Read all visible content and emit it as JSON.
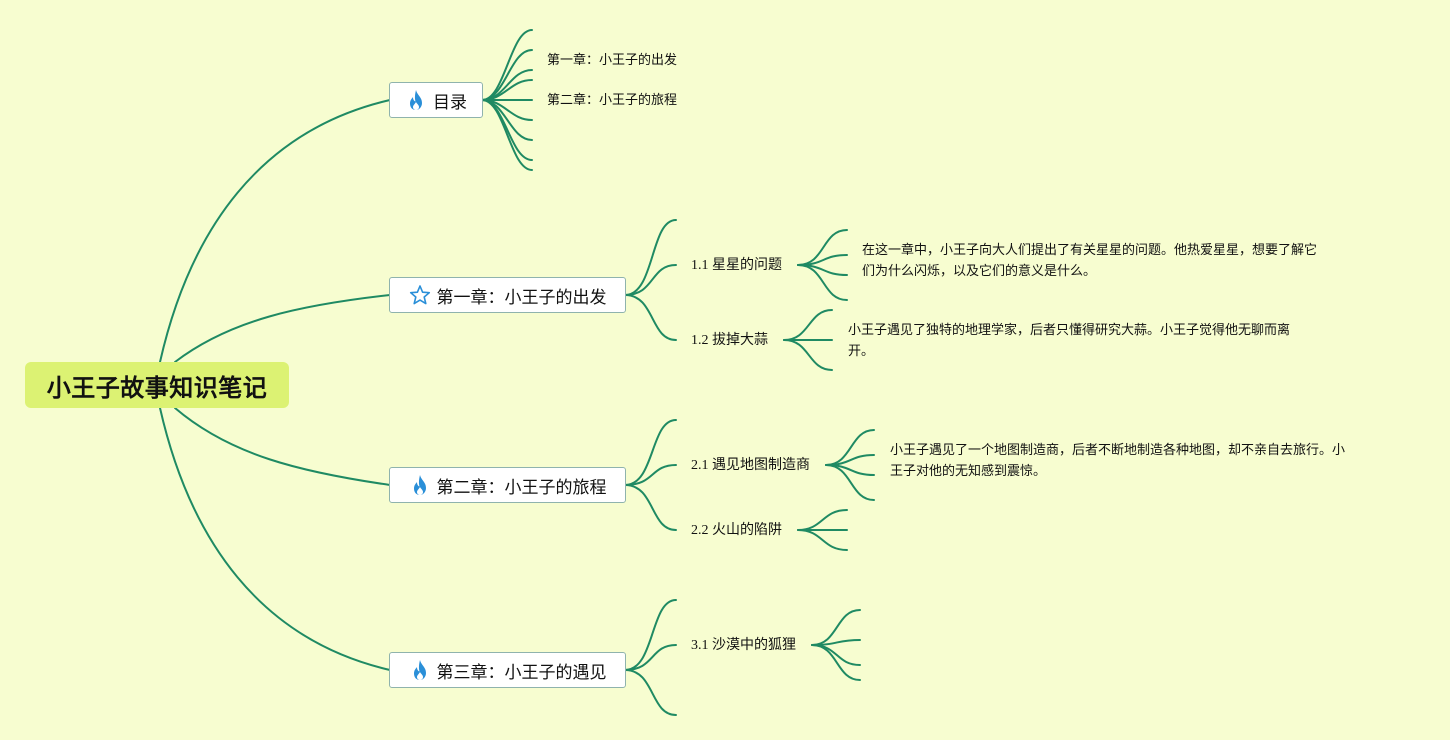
{
  "root": {
    "label": "小王子故事知识笔记"
  },
  "topics": [
    {
      "id": "toc",
      "label": "目录",
      "icon": "fire-icon"
    },
    {
      "id": "ch1",
      "label": "第一章：小王子的出发",
      "icon": "star-icon"
    },
    {
      "id": "ch2",
      "label": "第二章：小王子的旅程",
      "icon": "fire-icon"
    },
    {
      "id": "ch3",
      "label": "第三章：小王子的遇见",
      "icon": "fire-icon"
    }
  ],
  "toc_items": [
    "第一章：小王子的出发",
    "第二章：小王子的旅程"
  ],
  "subtopics": [
    {
      "id": "s11",
      "label": "1.1 星星的问题"
    },
    {
      "id": "s12",
      "label": "1.2 拔掉大蒜"
    },
    {
      "id": "s21",
      "label": "2.1 遇见地图制造商"
    },
    {
      "id": "s22",
      "label": "2.2 火山的陷阱"
    },
    {
      "id": "s31",
      "label": "3.1 沙漠中的狐狸"
    }
  ],
  "notes": [
    {
      "id": "n11",
      "lines": [
        "在这一章中，小王子向大人们提出了有关星星的问题。他热爱星星，想要了解它",
        "们为什么闪烁，以及它们的意义是什么。"
      ]
    },
    {
      "id": "n12",
      "lines": [
        "小王子遇见了独特的地理学家，后者只懂得研究大蒜。小王子觉得他无聊而离",
        "开。"
      ]
    },
    {
      "id": "n21",
      "lines": [
        "小王子遇见了一个地图制造商，后者不断地制造各种地图，却不亲自去旅行。小",
        "王子对他的无知感到震惊。"
      ]
    }
  ],
  "colors": {
    "background": "#f7fdd0",
    "root_fill": "#dcf273",
    "link": "#1f8a63",
    "topic_border": "#8fb3ad",
    "icon_blue": "#2a8fd8"
  }
}
